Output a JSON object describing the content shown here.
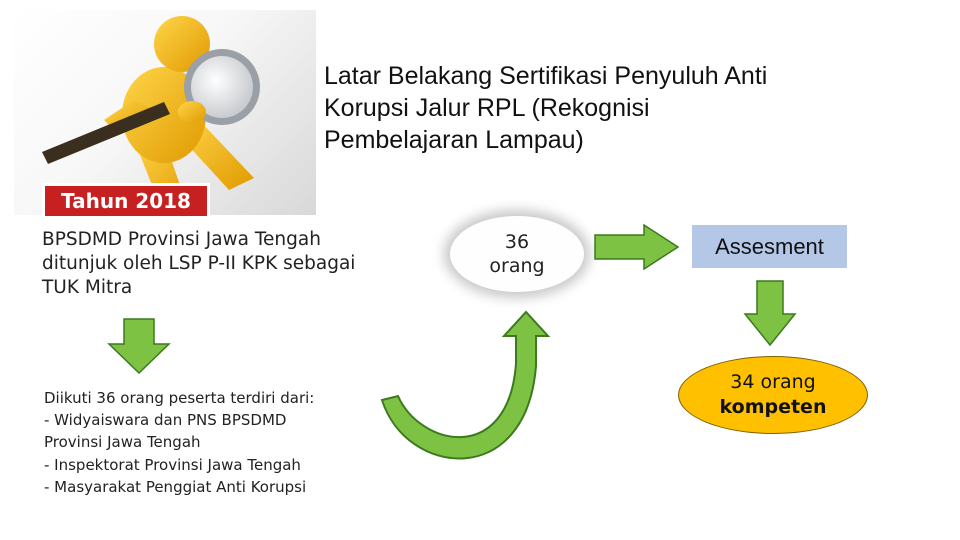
{
  "title": {
    "line1": "Latar Belakang Sertifikasi Penyuluh Anti",
    "line2": "Korupsi Jalur RPL (Rekognisi",
    "line3": "Pembelajaran Lampau)"
  },
  "year_badge": "Tahun 2018",
  "appointment": {
    "line1": "BPSDMD Provinsi Jawa Tengah",
    "line2": "ditunjuk oleh LSP P-II KPK sebagai",
    "line3": "TUK Mitra"
  },
  "participants": {
    "count": "36",
    "unit": "orang"
  },
  "assessment": "Assesment",
  "result": {
    "count_line": "34 orang",
    "status": "kompeten"
  },
  "participant_detail": {
    "line1": "Diikuti 36 orang peserta terdiri dari:",
    "line2": "- Widyaiswara dan PNS BPSDMD",
    "line3": "Provinsi Jawa Tengah",
    "line4": "- Inspektorat Provinsi Jawa Tengah",
    "line5": "- Masyarakat Penggiat Anti Korupsi"
  },
  "colors": {
    "arrow_green": "#7dc242",
    "arrow_outline": "#3b7a1e",
    "badge_red": "#c62020",
    "assessment_blue": "#b4c7e7",
    "competent_gold": "#ffc000"
  },
  "icons": [
    "magnifier-figure-illustration",
    "down-arrow",
    "right-arrow",
    "curved-arrow"
  ]
}
